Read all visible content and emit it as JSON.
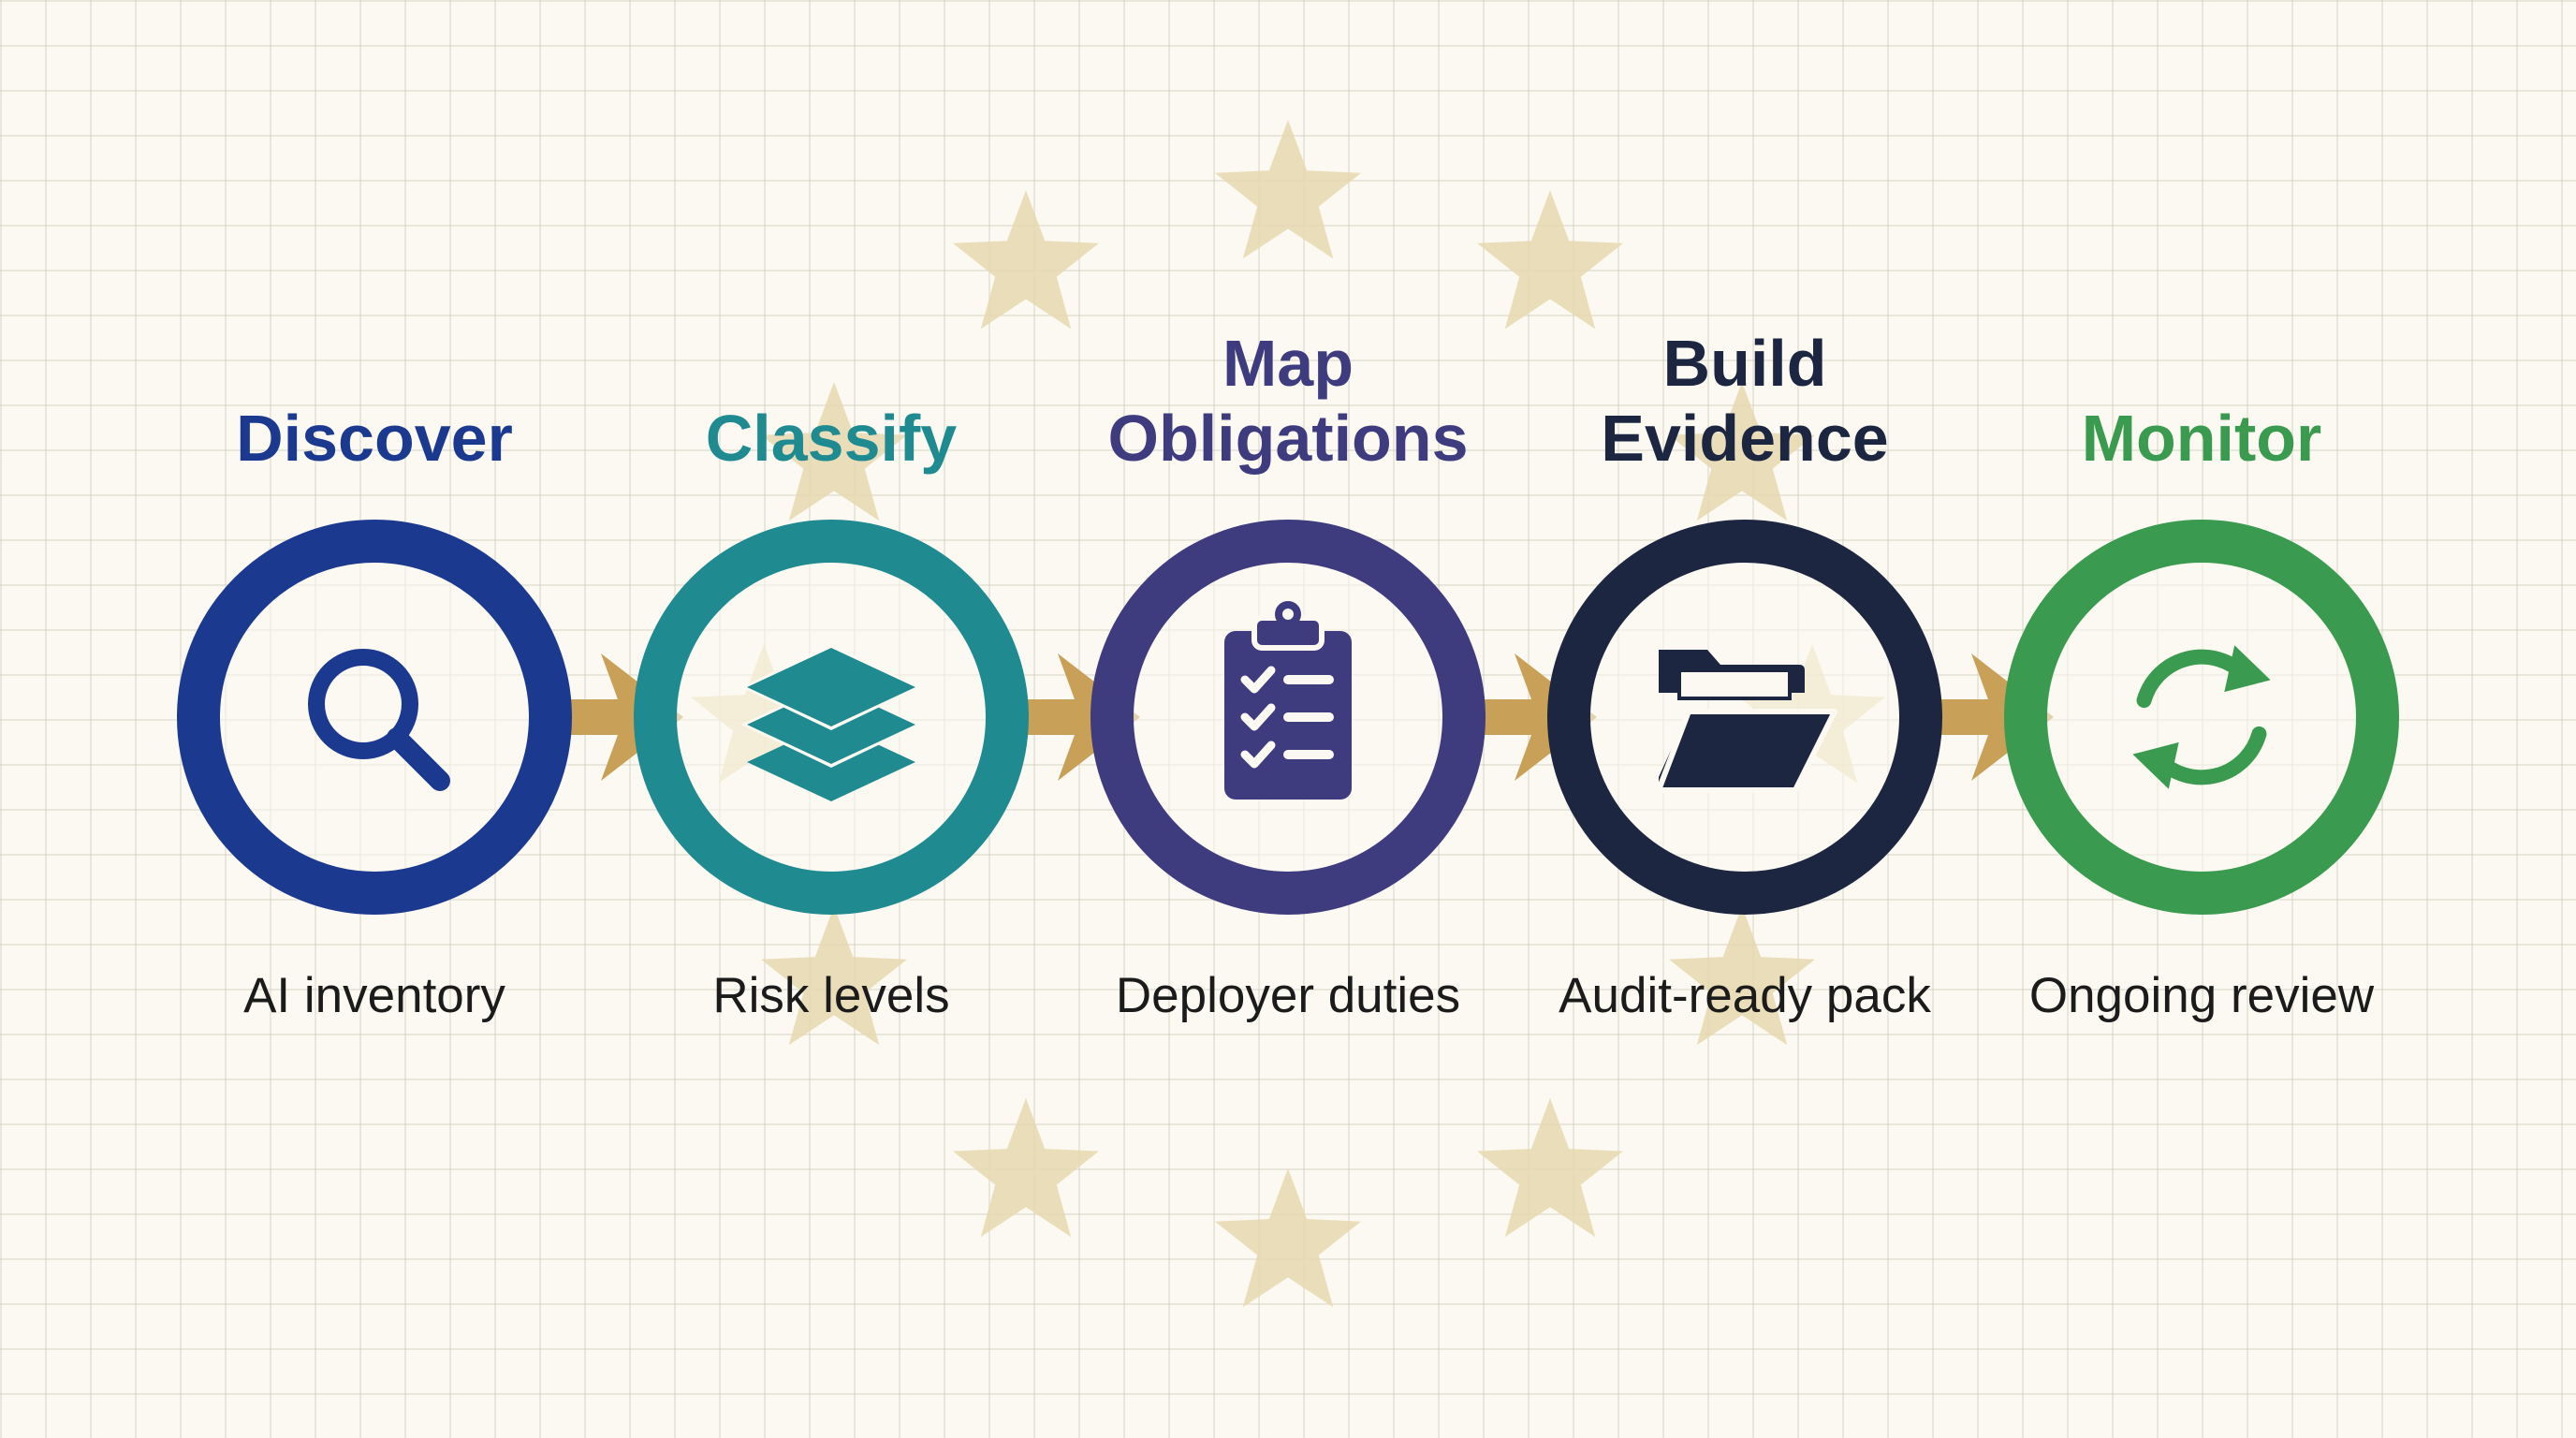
{
  "colors": {
    "background": "#fbf9f1",
    "star": "#e6d7ad",
    "arrow": "#c8a058"
  },
  "steps": [
    {
      "title_lines": [
        "Discover"
      ],
      "caption": "AI inventory",
      "color": "#1b3a8f",
      "icon": "magnifying-glass-icon"
    },
    {
      "title_lines": [
        "Classify"
      ],
      "caption": "Risk levels",
      "color": "#1f8b91",
      "icon": "layers-icon"
    },
    {
      "title_lines": [
        "Map",
        "Obligations"
      ],
      "caption": "Deployer duties",
      "color": "#3e3b7f",
      "icon": "clipboard-checklist-icon"
    },
    {
      "title_lines": [
        "Build",
        "Evidence"
      ],
      "caption": "Audit-ready pack",
      "color": "#1c2640",
      "icon": "folder-icon"
    },
    {
      "title_lines": [
        "Monitor"
      ],
      "caption": "Ongoing review",
      "color": "#3a9a4f",
      "icon": "refresh-cycle-icon"
    }
  ]
}
